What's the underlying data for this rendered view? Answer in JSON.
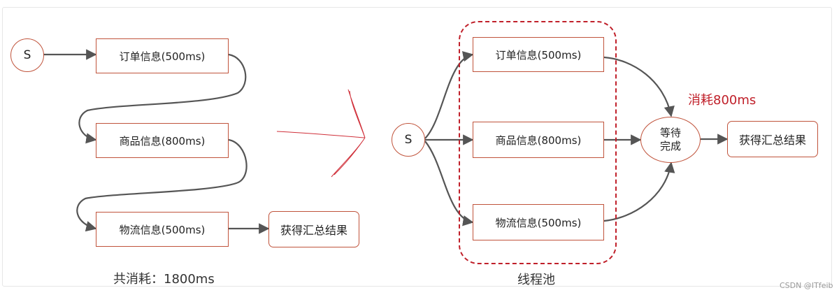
{
  "left_flow": {
    "start_label": "S",
    "order_info": "订单信息(500ms)",
    "product_info": "商品信息(800ms)",
    "logistics_info": "物流信息(500ms)",
    "result": "获得汇总结果",
    "total_time": "共消耗：1800ms"
  },
  "right_flow": {
    "start_label": "S",
    "order_info": "订单信息(500ms)",
    "product_info": "商品信息(800ms)",
    "logistics_info": "物流信息(500ms)",
    "wait_line1": "等待",
    "wait_line2": "完成",
    "result": "获得汇总结果",
    "elapsed": "消耗800ms",
    "pool_label": "线程池"
  },
  "watermark": "CSDN @ITfeib",
  "colors": {
    "box_border": "#c0533b",
    "pool_border": "#c0202a",
    "connector": "#555555",
    "hand_arrow": "#d0303a"
  }
}
